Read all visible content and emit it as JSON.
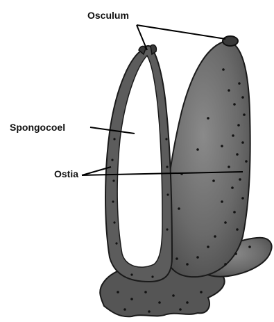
{
  "labels": {
    "osculum": "Osculum",
    "spongocoel": "Spongocoel",
    "ostia": "Ostia"
  },
  "colors": {
    "body": "#5b5b5b",
    "body_dark": "#3a3a3a",
    "pore": "#111111",
    "outline": "#1a1a1a",
    "cavity": "#ffffff",
    "line": "#000000",
    "text": "#111111"
  }
}
